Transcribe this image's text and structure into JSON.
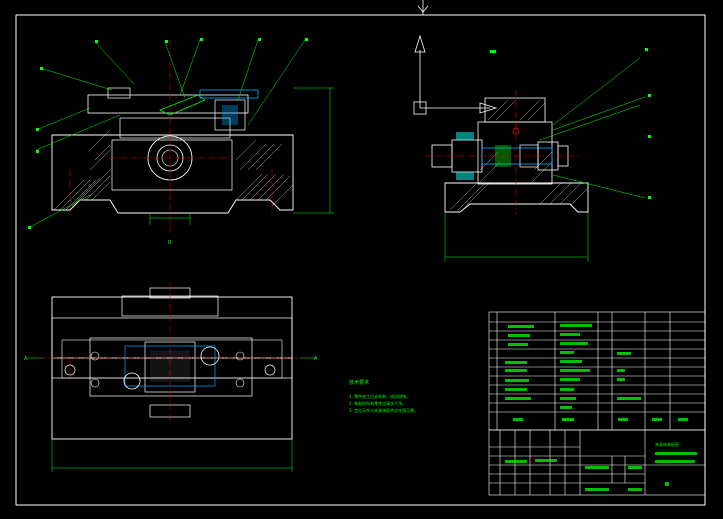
{
  "drawing": {
    "title": "",
    "section_label_left": "A",
    "section_label_right": "A",
    "view_label": "B",
    "top_marker": "Y"
  },
  "tech_notes": {
    "heading": "技术要求",
    "lines": [
      "1. 零件加工后去毛刺、锐边倒钝。",
      "2. 装配前所有零件应清洗干净。",
      "3. 定位元件与夹具体配合应牢固可靠。"
    ]
  },
  "title_block": {
    "name": "夹具体装配图",
    "scale_label": "比例",
    "sheet_label": "共 张 第 张"
  },
  "colors": {
    "background": "#000000",
    "outline": "#ffffff",
    "annotation": "#00ff00",
    "centerline": "#ff0000",
    "hatch": "#00ffff",
    "part": "#00aaff"
  }
}
